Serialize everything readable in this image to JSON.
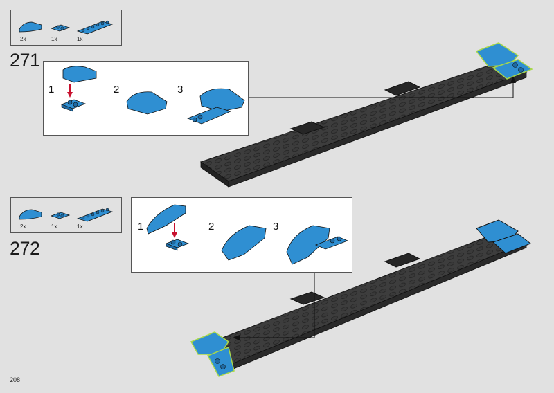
{
  "page_number": "208",
  "steps": [
    {
      "number": "271",
      "parts": [
        {
          "qty": "2x",
          "icon": "curved-slope-brick-icon"
        },
        {
          "qty": "1x",
          "icon": "plate-1x2-icon"
        },
        {
          "qty": "1x",
          "icon": "plate-1x6-icon"
        }
      ],
      "sub_steps": [
        "1",
        "2",
        "3"
      ]
    },
    {
      "number": "272",
      "parts": [
        {
          "qty": "2x",
          "icon": "curved-slope-brick-icon"
        },
        {
          "qty": "1x",
          "icon": "plate-1x2-icon"
        },
        {
          "qty": "1x",
          "icon": "plate-1x6-icon"
        }
      ],
      "sub_steps": [
        "1",
        "2",
        "3"
      ]
    }
  ],
  "colors": {
    "brick_blue": "#2f8fd2",
    "brick_dark": "#2b2b2b",
    "highlight": "#a8d84a",
    "arrow_red": "#c8102e"
  }
}
